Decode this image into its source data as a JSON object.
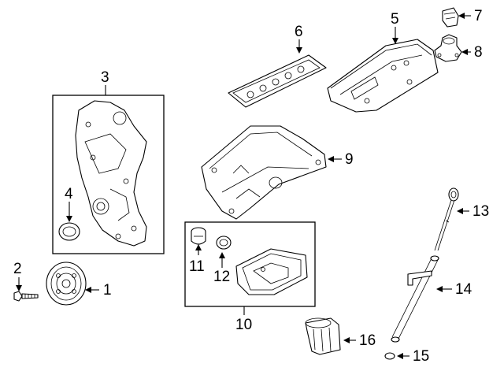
{
  "diagram": {
    "callouts": {
      "c1": "1",
      "c2": "2",
      "c3": "3",
      "c4": "4",
      "c5": "5",
      "c6": "6",
      "c7": "7",
      "c8": "8",
      "c9": "9",
      "c10": "10",
      "c11": "11",
      "c12": "12",
      "c13": "13",
      "c14": "14",
      "c15": "15",
      "c16": "16"
    },
    "line_color": "#000000",
    "background": "#ffffff"
  }
}
